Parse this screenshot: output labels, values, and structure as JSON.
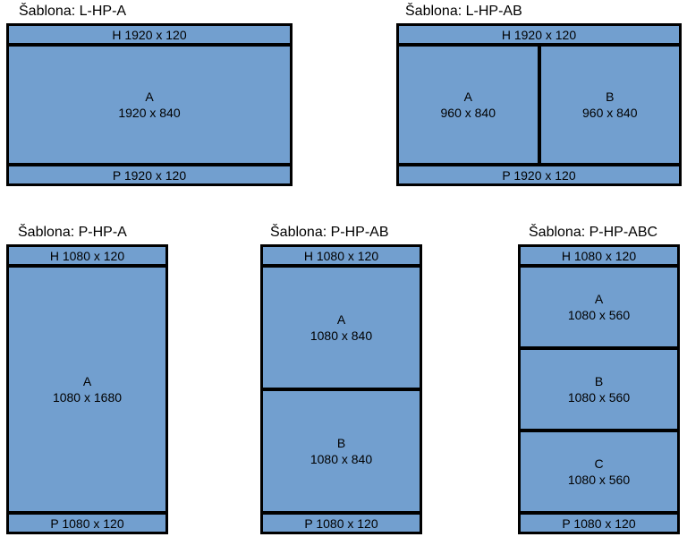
{
  "colors": {
    "page_background": "#ffffff",
    "zone_fill": "#729fcf",
    "border": "#000000",
    "text": "#000000"
  },
  "templates": [
    {
      "title": "Šablona: L-HP-A",
      "orientation": "landscape",
      "header": "H 1920 x 120",
      "footer": "P 1920 x 120",
      "zones": [
        {
          "label": "A",
          "size": "1920 x 840"
        }
      ]
    },
    {
      "title": "Šablona: L-HP-AB",
      "orientation": "landscape",
      "header": "H 1920 x 120",
      "footer": "P 1920 x 120",
      "zones": [
        {
          "label": "A",
          "size": "960 x 840"
        },
        {
          "label": "B",
          "size": "960 x 840"
        }
      ]
    },
    {
      "title": "Šablona: P-HP-A",
      "orientation": "portrait",
      "header": "H 1080 x 120",
      "footer": "P 1080 x 120",
      "zones": [
        {
          "label": "A",
          "size": "1080 x 1680"
        }
      ]
    },
    {
      "title": "Šablona: P-HP-AB",
      "orientation": "portrait",
      "header": "H 1080 x 120",
      "footer": "P 1080 x 120",
      "zones": [
        {
          "label": "A",
          "size": "1080 x 840"
        },
        {
          "label": "B",
          "size": "1080 x 840"
        }
      ]
    },
    {
      "title": "Šablona: P-HP-ABC",
      "orientation": "portrait",
      "header": "H 1080 x 120",
      "footer": "P 1080 x 120",
      "zones": [
        {
          "label": "A",
          "size": "1080 x 560"
        },
        {
          "label": "B",
          "size": "1080 x 560"
        },
        {
          "label": "C",
          "size": "1080 x 560"
        }
      ]
    }
  ]
}
